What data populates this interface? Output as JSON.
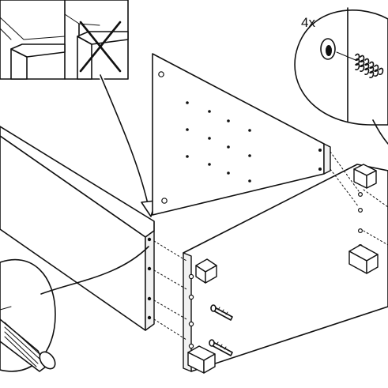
{
  "callout": {
    "quantity_label": "4x"
  },
  "detail_inset": {
    "left_panel": "correct-orientation",
    "right_panel": "incorrect-orientation",
    "cross_mark": "x-icon"
  },
  "parts": {
    "back_panel_pre_drilled_holes": 12,
    "screws_shown": 2,
    "dowels_shown": 4
  },
  "icons": [
    "x-icon",
    "arrow-icon",
    "screw-icon",
    "dowel-icon",
    "magnifier-callout-icon"
  ]
}
